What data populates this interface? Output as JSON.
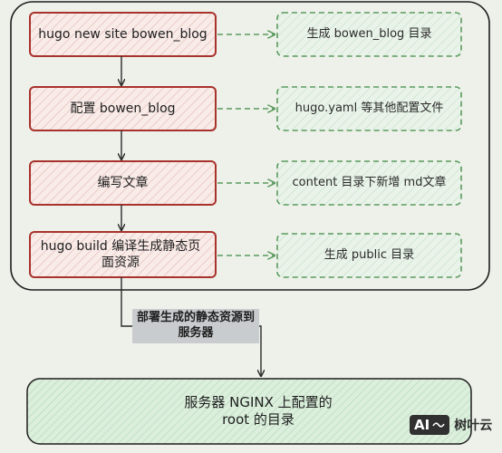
{
  "steps": [
    {
      "label": "hugo new site bowen_blog"
    },
    {
      "label": "配置 bowen_blog"
    },
    {
      "label": "编写文章"
    },
    {
      "label": "hugo build 编译生成静态页面资源"
    }
  ],
  "outputs": [
    {
      "label": "生成 bowen_blog 目录"
    },
    {
      "label": "hugo.yaml 等其他配置文件"
    },
    {
      "label": "content 目录下新增 md文章"
    },
    {
      "label": "生成 public 目录"
    }
  ],
  "deploy_edge_label": "部署生成的静态资源到服务器",
  "server": {
    "label": "服务器 NGINX 上配置的 root 的目录"
  },
  "watermark": {
    "badge": "AI",
    "text": "树叶云"
  },
  "colors": {
    "step_border": "#a8322c",
    "step_fill": "#f7e7e3",
    "output_border": "#5a9b5e",
    "output_fill": "#e9f3ea",
    "server_fill": "#d6ead8",
    "edge_label_bg": "#c9cccf"
  }
}
